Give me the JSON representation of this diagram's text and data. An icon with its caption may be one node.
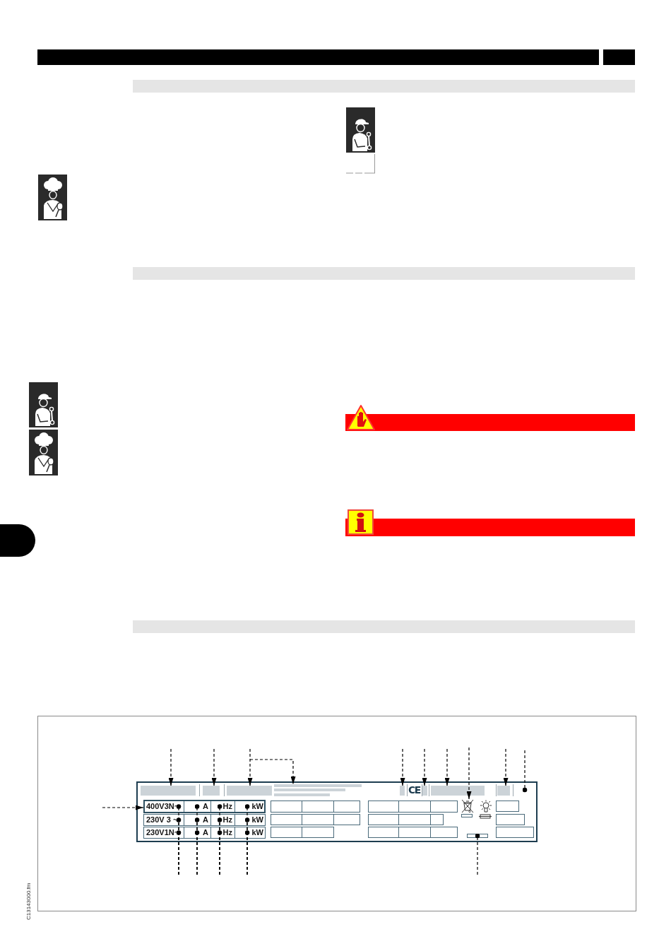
{
  "diagram": {
    "nodes": [
      {
        "text": [],
        "shape": "bar"
      },
      {
        "text": [],
        "shape": "box"
      },
      {
        "text": [],
        "shape": "bar"
      },
      {
        "text": [],
        "shape": "bar"
      },
      {
        "text": [],
        "shape": "bar"
      },
      {
        "text": [],
        "shape": "bar"
      },
      {
        "text": [],
        "shape": "bar"
      },
      {
        "text": [],
        "shape": "box"
      },
      {
        "text": [],
        "shape": "box",
        "in": 7
      },
      {
        "text": [],
        "shape": "box",
        "in": 7
      },
      {
        "text": [],
        "shape": "box",
        "in": 7
      },
      {
        "text": [],
        "shape": "box",
        "in": 7
      },
      {
        "text": [],
        "shape": "box",
        "in": 7
      },
      {
        "text": [],
        "shape": "box",
        "in": 7
      },
      {
        "text": [],
        "shape": "box",
        "in": 7
      },
      {
        "text": [],
        "shape": "box",
        "in": 7
      },
      {
        "text": [
          "400V3N~",
          "A",
          "Hz",
          "kW"
        ],
        "in": 7
      },
      {
        "text": [],
        "shape": "box",
        "in": 7
      },
      {
        "text": [],
        "shape": "box",
        "in": 7
      },
      {
        "text": [],
        "shape": "picture",
        "in": 7
      },
      {
        "text": [],
        "shape": "box",
        "in": 7
      },
      {
        "text": [
          "230V 3 ~",
          "A",
          "Hz",
          "kW"
        ],
        "in": 7
      },
      {
        "text": [],
        "shape": "box",
        "in": 7
      },
      {
        "text": [],
        "shape": "box",
        "in": 7
      },
      {
        "text": [],
        "shape": "box",
        "in": 7
      },
      {
        "text": [],
        "shape": "box",
        "in": 7
      },
      {
        "text": [
          "230V1N~",
          "A",
          "Hz",
          "kW"
        ],
        "in": 7
      },
      {
        "text": [],
        "shape": "box",
        "in": 7
      },
      {
        "text": [],
        "shape": "box",
        "in": 7
      },
      {
        "text": [],
        "shape": "box",
        "in": 7
      },
      {
        "text": [],
        "shape": "box",
        "in": 7
      }
    ],
    "edges": [
      {
        "from": null,
        "to": 8,
        "arrow": "to",
        "style": "dashed"
      },
      {
        "from": null,
        "to": 9,
        "arrow": "to",
        "style": "dashed"
      },
      {
        "from": null,
        "to": 10,
        "arrow": "to",
        "style": "dashed"
      },
      {
        "from": null,
        "to": 11,
        "arrow": "to",
        "style": "dashed"
      },
      {
        "from": null,
        "to": 12,
        "arrow": "to",
        "style": "dashed"
      },
      {
        "from": null,
        "to": 13,
        "arrow": "to",
        "style": "dashed"
      },
      {
        "from": null,
        "to": 14,
        "arrow": "to",
        "style": "dashed"
      },
      {
        "from": null,
        "to": 19,
        "arrow": "to",
        "style": "dashed"
      },
      {
        "from": null,
        "to": 15,
        "arrow": "to",
        "style": "dashed"
      },
      {
        "from": null,
        "to": 7,
        "arrow": "other",
        "style": "dashed"
      },
      {
        "from": null,
        "to": 16,
        "arrow": "to",
        "style": "dashed"
      },
      {
        "from": null,
        "to": 16,
        "arrow": "other",
        "style": "dashed"
      },
      {
        "from": null,
        "to": 21,
        "arrow": "other",
        "style": "dashed"
      },
      {
        "from": null,
        "to": 26,
        "arrow": "other",
        "style": "dashed"
      },
      {
        "from": null,
        "to": 16,
        "arrow": "other",
        "style": "dashed"
      },
      {
        "from": null,
        "to": 21,
        "arrow": "other",
        "style": "dashed"
      },
      {
        "from": null,
        "to": 26,
        "arrow": "other",
        "style": "dashed"
      },
      {
        "from": null,
        "to": 16,
        "arrow": "other",
        "style": "dashed"
      },
      {
        "from": null,
        "to": 21,
        "arrow": "other",
        "style": "dashed"
      },
      {
        "from": null,
        "to": 26,
        "arrow": "other",
        "style": "dashed"
      },
      {
        "from": null,
        "to": 16,
        "arrow": "other",
        "style": "dashed"
      },
      {
        "from": null,
        "to": 21,
        "arrow": "other",
        "style": "dashed"
      },
      {
        "from": null,
        "to": 26,
        "arrow": "other",
        "style": "dashed"
      },
      {
        "from": null,
        "to": 29,
        "arrow": "other",
        "style": "dashed"
      }
    ],
    "labels": [
      "CE",
      "C13143000.fm"
    ]
  }
}
